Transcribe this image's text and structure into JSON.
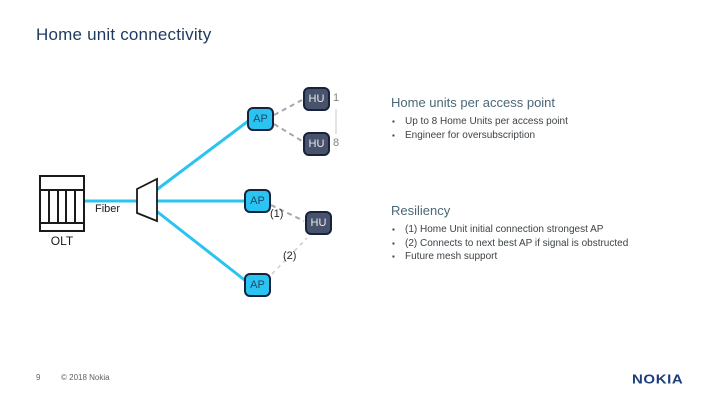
{
  "slide": {
    "title": "Home unit connectivity",
    "footer": {
      "page_number": "9",
      "copyright": "© 2018 Nokia",
      "logo_text": "NOKIA"
    }
  },
  "diagram": {
    "olt": {
      "label": "OLT"
    },
    "fiber": {
      "label": "Fiber"
    },
    "access_points": [
      {
        "label": "AP"
      },
      {
        "label": "AP"
      },
      {
        "label": "AP"
      }
    ],
    "home_units": [
      {
        "label": "HU",
        "index": "1"
      },
      {
        "label": "HU",
        "index": "8"
      },
      {
        "label": "HU",
        "index": ""
      }
    ],
    "annotations": {
      "path1": "(1)",
      "path2": "(2)"
    }
  },
  "sections": [
    {
      "heading": "Home units per access point",
      "bullets": [
        "Up to 8 Home Units per access point",
        "Engineer for oversubscription"
      ]
    },
    {
      "heading": "Resiliency",
      "bullets": [
        "(1) Home Unit initial connection strongest AP",
        "(2) Connects to next best AP if signal is obstructed",
        "Future mesh support"
      ]
    }
  ],
  "colors": {
    "title_navy": "#1E3A5F",
    "section_heading": "#4A6877",
    "accent_cyan": "#2AC3F2",
    "hu_fill": "#48526A",
    "node_border": "#16233C",
    "dashed_link": "#A3A8AE",
    "light_link": "#CBD0D6",
    "nokia_blue": "#1C3D7E"
  }
}
